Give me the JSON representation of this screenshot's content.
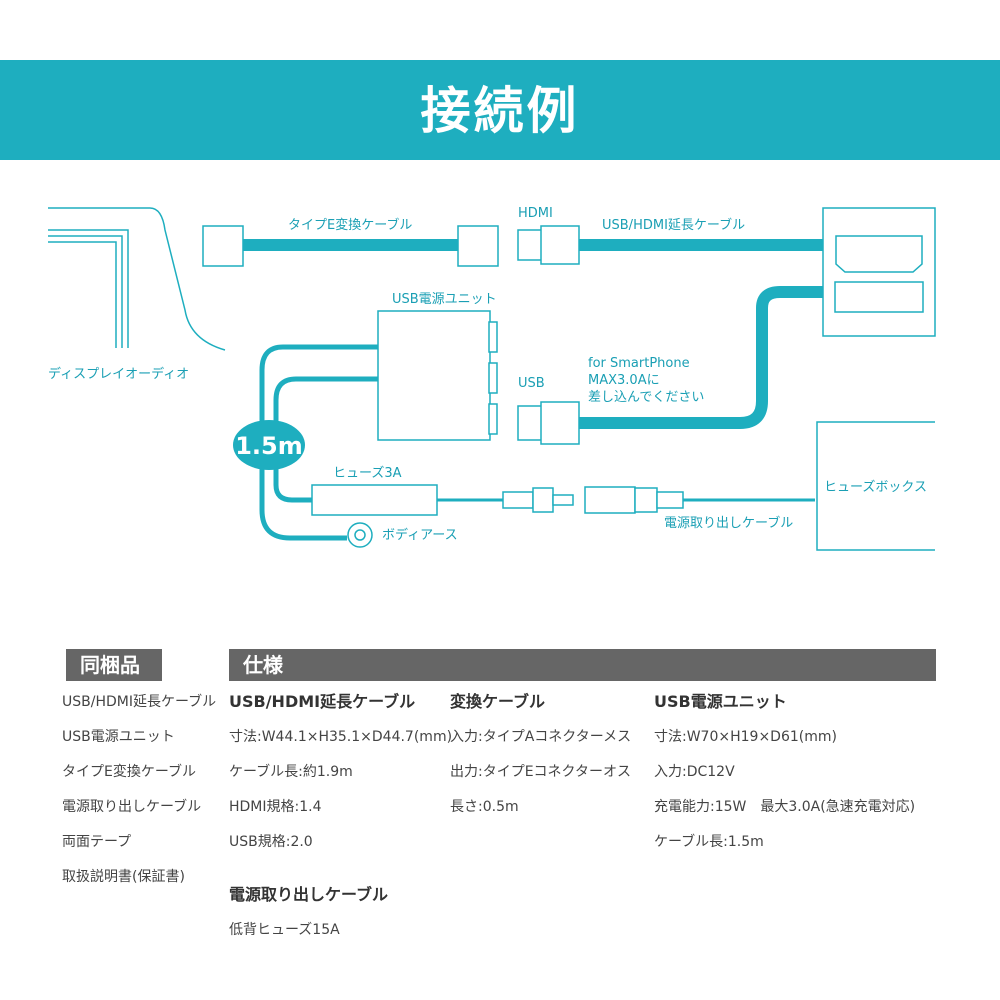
{
  "header": {
    "title": "接続例"
  },
  "diagram": {
    "display_label": "ディスプレイオーディオ",
    "type_e_cable_label": "タイプE変換ケーブル",
    "hdmi_label": "HDMI",
    "usb_hdmi_cable_label": "USB/HDMI延長ケーブル",
    "usb_power_unit_label": "USB電源ユニット",
    "usb_label": "USB",
    "smartphone_line1": "for SmartPhone",
    "smartphone_line2": "MAX3.0Aに",
    "smartphone_line3": "差し込んでください",
    "length_badge": "1.5m",
    "fuse_label": "ヒューズ3A",
    "body_earth_label": "ボディアース",
    "fuse_box_label": "ヒューズボックス",
    "power_cable_label": "電源取り出しケーブル",
    "accent_color": "#1eaebf"
  },
  "contents": {
    "heading": "同梱品",
    "items": [
      "USB/HDMI延長ケーブル",
      "USB電源ユニット",
      "タイプE変換ケーブル",
      "電源取り出しケーブル",
      "両面テープ",
      "取扱説明書(保証書)"
    ]
  },
  "specs": {
    "heading": "仕様",
    "usb_hdmi_cable": {
      "title": "USB/HDMI延長ケーブル",
      "rows": [
        "寸法:W44.1×H35.1×D44.7(mm)",
        "ケーブル長:約1.9m",
        "HDMI規格:1.4",
        "USB規格:2.0"
      ]
    },
    "conversion_cable": {
      "title": "変換ケーブル",
      "rows": [
        "入力:タイプAコネクターメス",
        "出力:タイプEコネクターオス",
        "長さ:0.5m"
      ]
    },
    "usb_power_unit": {
      "title": "USB電源ユニット",
      "rows": [
        "寸法:W70×H19×D61(mm)",
        "入力:DC12V",
        "充電能力:15W　最大3.0A(急速充電対応)",
        "ケーブル長:1.5m"
      ]
    },
    "power_cable": {
      "title": "電源取り出しケーブル",
      "rows": [
        "低背ヒューズ15A"
      ]
    }
  }
}
